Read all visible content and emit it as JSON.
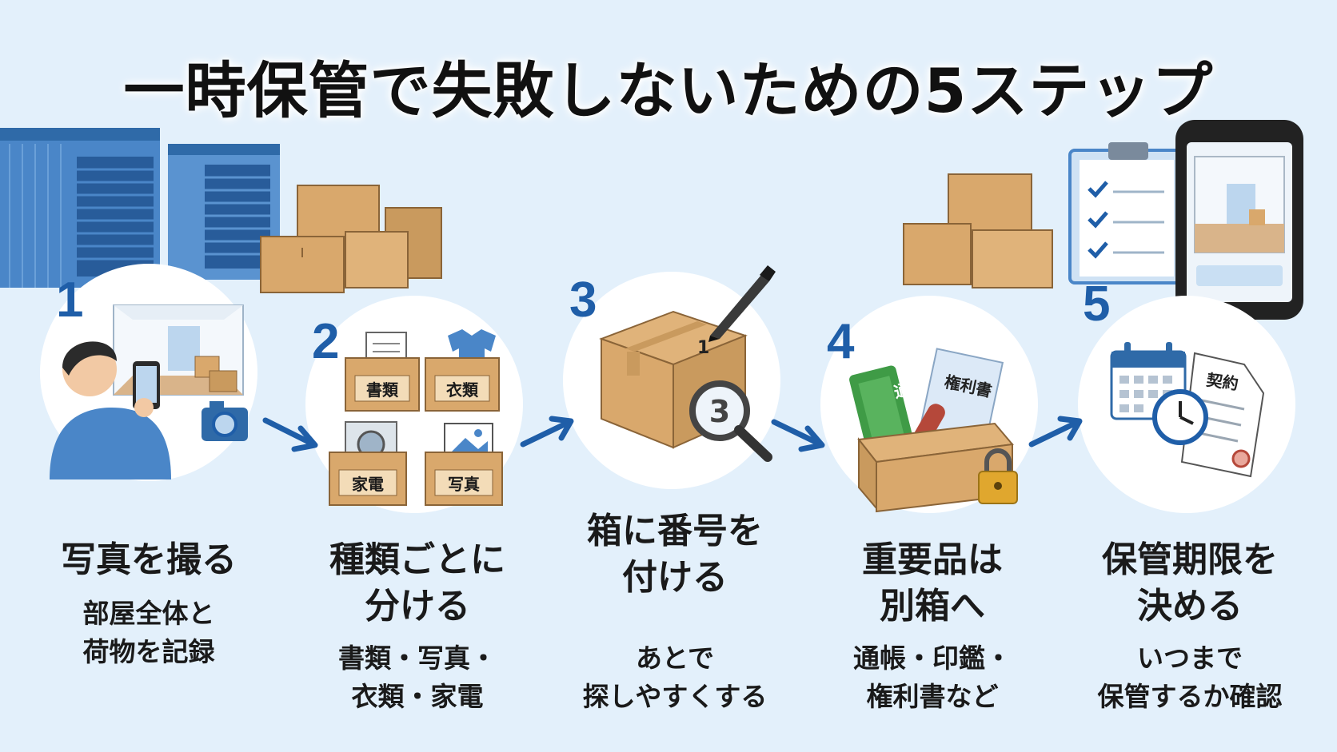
{
  "title": "一時保管で失敗しないための5ステップ",
  "steps": [
    {
      "number": "1",
      "title": [
        "写真を撮る"
      ],
      "desc": [
        "部屋全体と",
        "荷物を記録"
      ]
    },
    {
      "number": "2",
      "title": [
        "種類ごとに",
        "分ける"
      ],
      "desc": [
        "書類・写真・",
        "衣類・家電"
      ],
      "box_labels": [
        "書類",
        "衣類",
        "家電",
        "写真"
      ]
    },
    {
      "number": "3",
      "title": [
        "箱に番号を",
        "付ける"
      ],
      "desc": [
        "あとで",
        "探しやすくする"
      ],
      "box_number": "1",
      "magnifier_number": "3"
    },
    {
      "number": "4",
      "title": [
        "重要品は",
        "別箱へ"
      ],
      "desc": [
        "通帳・印鑑・",
        "権利書など"
      ],
      "item_labels": [
        "通帳",
        "権利書"
      ]
    },
    {
      "number": "5",
      "title": [
        "保管期限を",
        "決める"
      ],
      "desc": [
        "いつまで",
        "保管するか確認"
      ],
      "doc_label": "契約"
    }
  ],
  "colors": {
    "background": "#e3f0fb",
    "accent_blue": "#1f5ea8",
    "storage_blue": "#4a86c8",
    "cardboard": "#d9a86c",
    "card_white": "#ffffff"
  },
  "icons": [
    "storage-unit-icon",
    "cardboard-box-icon",
    "camera-icon",
    "smartphone-icon",
    "marker-pen-icon",
    "magnifier-icon",
    "bankbook-icon",
    "seal-stamp-icon",
    "padlock-icon",
    "calendar-icon",
    "clock-icon",
    "contract-icon",
    "clipboard-checklist-icon",
    "arrow-right-icon"
  ]
}
